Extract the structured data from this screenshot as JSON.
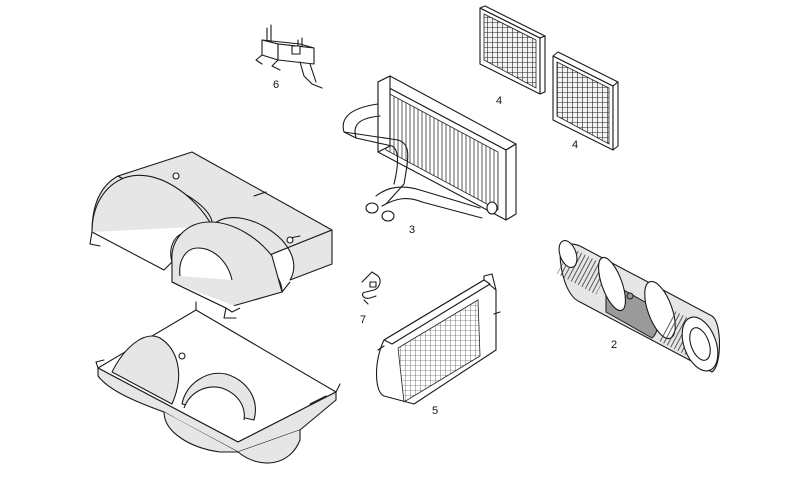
{
  "diagram": {
    "callouts": [
      {
        "id": "1",
        "label": "2"
      },
      {
        "id": "2",
        "label": "3"
      },
      {
        "id": "3",
        "label": "4"
      },
      {
        "id": "4",
        "label": "4"
      },
      {
        "id": "5",
        "label": "5"
      },
      {
        "id": "6",
        "label": "6"
      },
      {
        "id": "7",
        "label": "7"
      }
    ],
    "colors": {
      "line": "#1a1a1a",
      "fill_light": "#e6e6e6",
      "fill_dark": "#9a9a9a",
      "background": "#ffffff"
    }
  }
}
